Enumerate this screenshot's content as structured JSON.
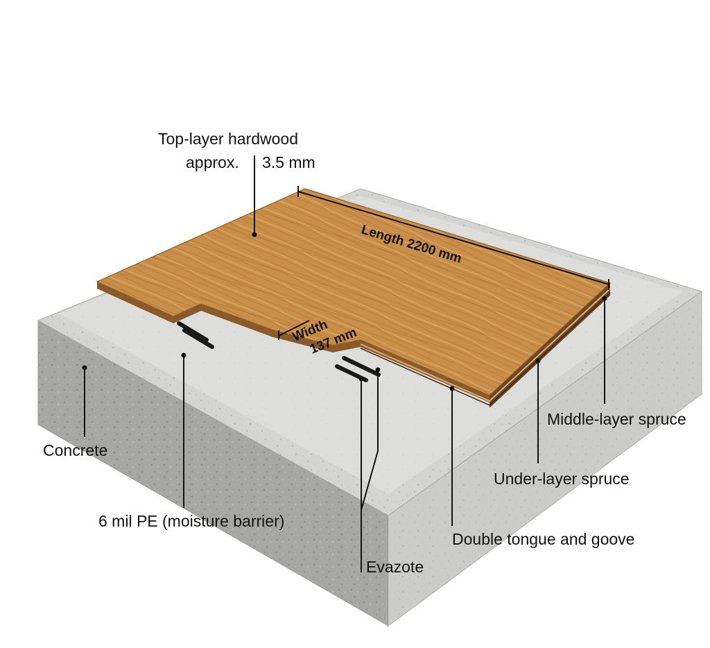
{
  "labels": {
    "top_layer_line1": "Top-layer hardwood",
    "top_layer_line2": "approx.",
    "top_layer_value": "3.5 mm",
    "length": "Length 2200 mm",
    "width_word": "Width",
    "width_value": "137 mm",
    "concrete": "Concrete",
    "pe_barrier": "6 mil PE (moisture barrier)",
    "evazote": "Evazote",
    "double_tongue": "Double tongue and goove",
    "under_layer": "Under-layer spruce",
    "middle_layer": "Middle-layer spruce"
  },
  "colors": {
    "wood": "#c98f4a",
    "wood_dark": "#a86f33",
    "concrete_top": "#d6d6d4",
    "concrete_side": "#a9a9a7",
    "pad": "#1a1a1a",
    "leader": "#111111"
  }
}
